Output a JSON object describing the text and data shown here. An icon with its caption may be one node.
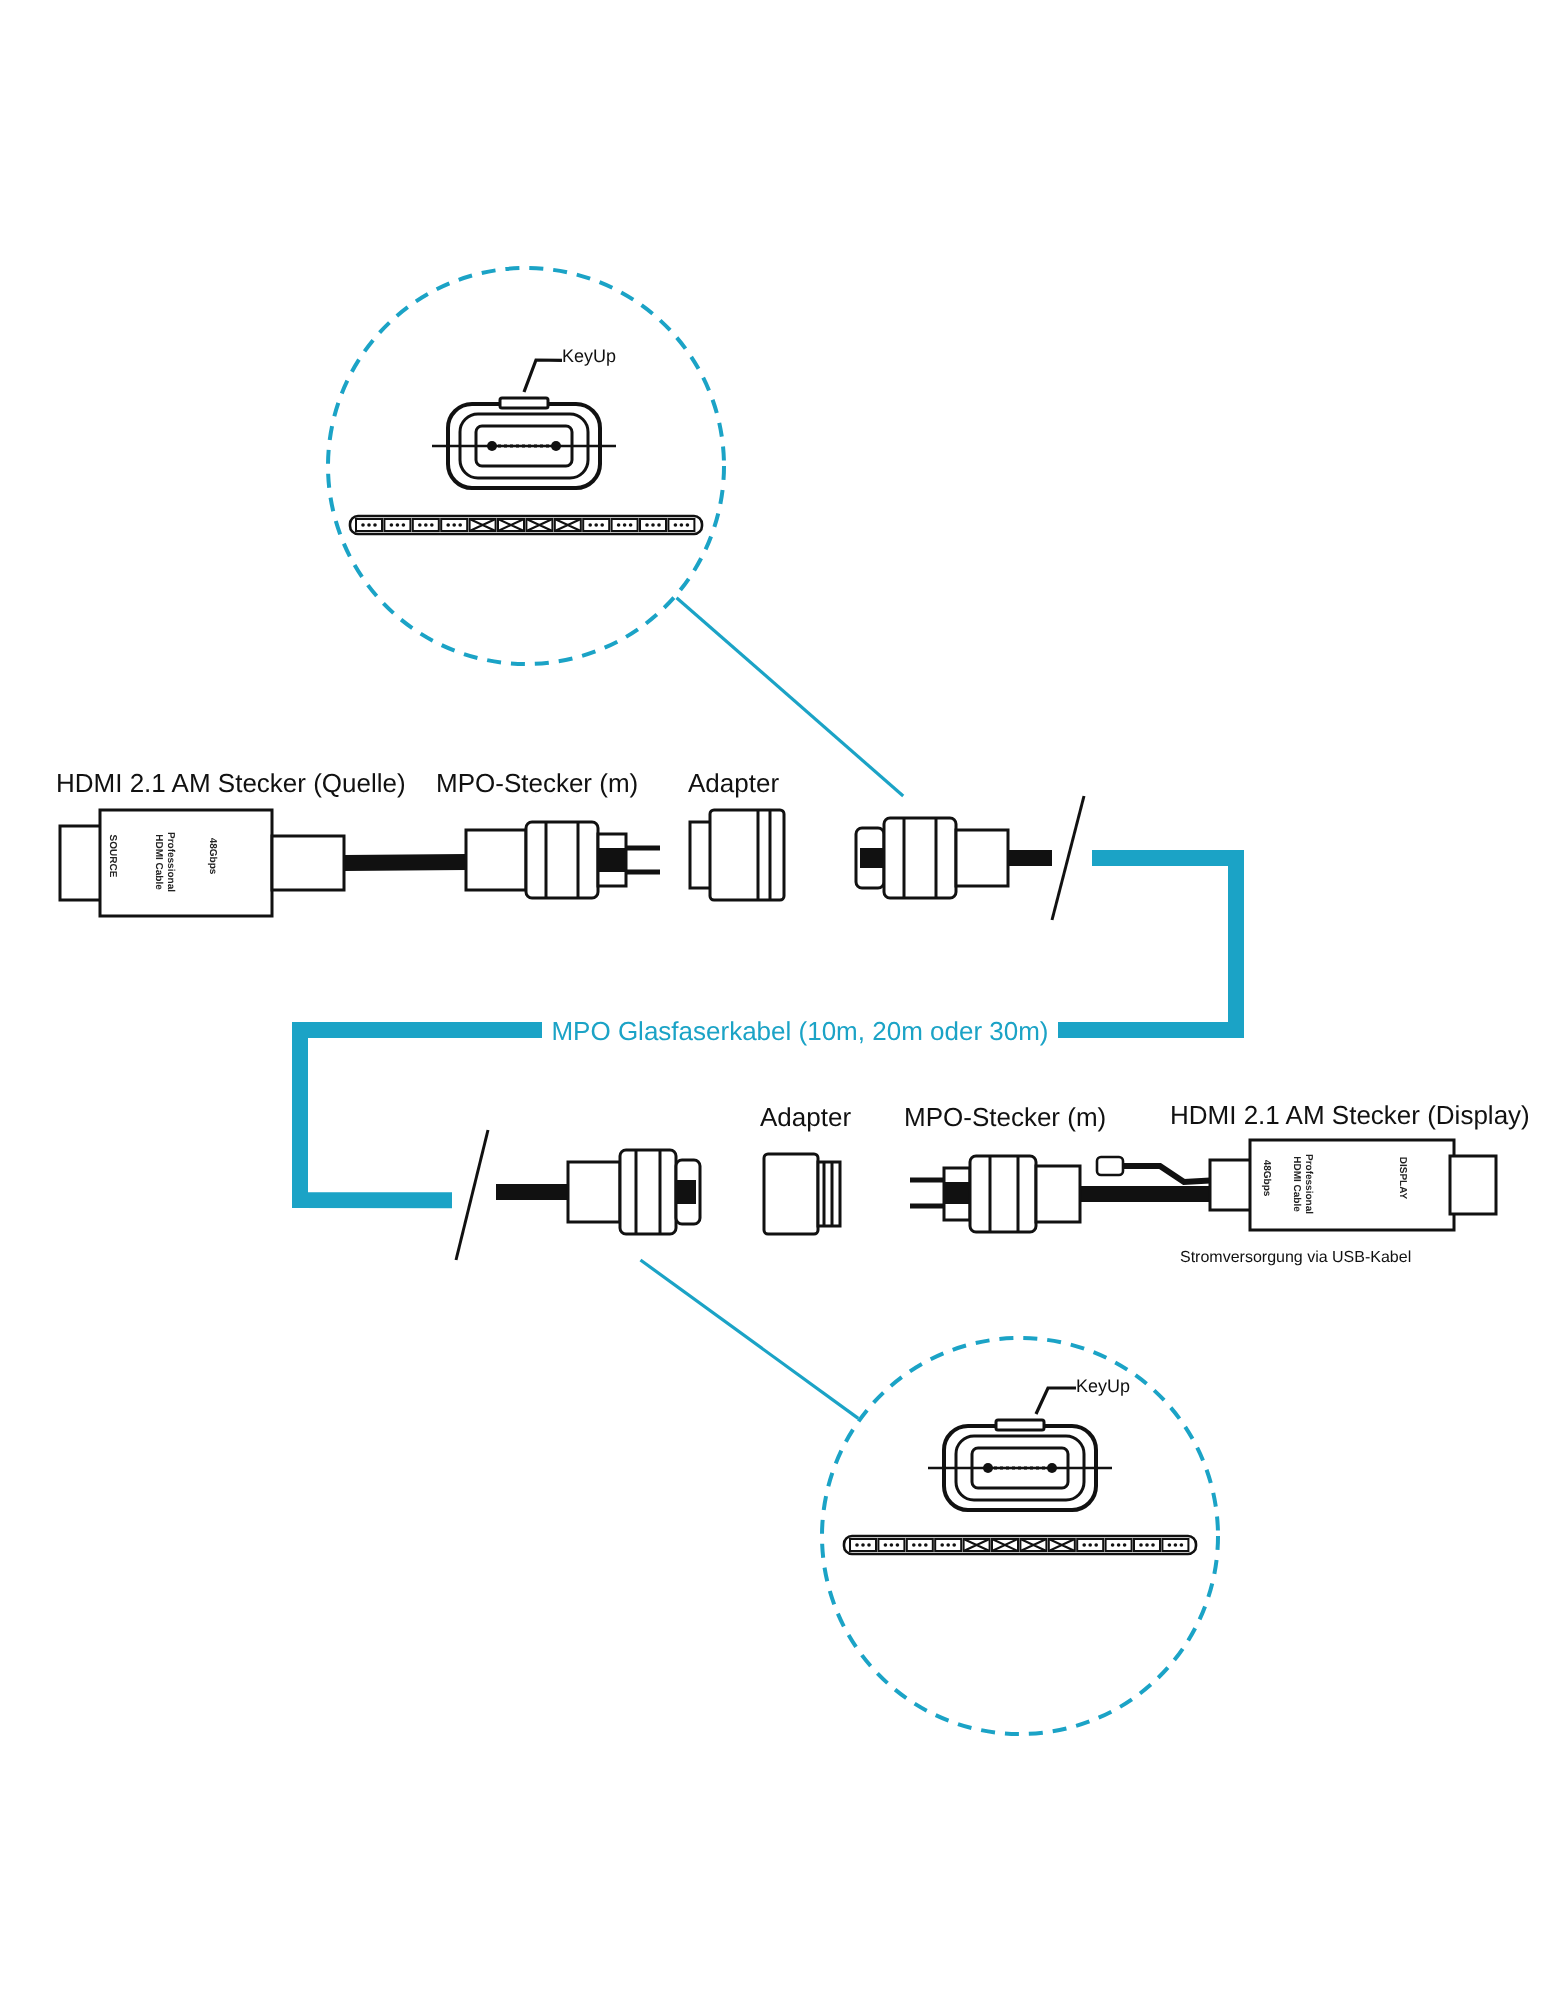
{
  "diagram": {
    "nodes": [
      {
        "text": [],
        "shape": "circle"
      },
      {
        "text": [
          "KeyUp"
        ],
        "in": 0
      },
      {
        "text": [],
        "shape": "picture",
        "in": 0
      },
      {
        "text": [
          "HDMI 2.1 AM Stecker (Quelle)",
          "SOURCE",
          "Professional HDMI Cable",
          "48Gbps"
        ]
      },
      {
        "text": [
          "MPO-Stecker (m)"
        ]
      },
      {
        "text": [
          "Adapter"
        ]
      },
      {
        "text": [],
        "shape": "picture"
      },
      {
        "text": [],
        "shape": "picture"
      },
      {
        "text": [
          "Adapter"
        ]
      },
      {
        "text": [
          "MPO-Stecker (m)"
        ]
      },
      {
        "text": [
          "HDMI 2.1 AM Stecker (Display)",
          "DISPLAY",
          "Professional HDMI Cable",
          "48Gbps"
        ],
        "beside": [
          "Stromversorgung via USB-Kabel"
        ]
      },
      {
        "text": [],
        "shape": "circle"
      },
      {
        "text": [
          "KeyUp"
        ],
        "in": 11
      },
      {
        "text": [],
        "shape": "picture",
        "in": 11
      },
      {
        "text": [],
        "shape": "box"
      }
    ],
    "edges": [
      {
        "from": 3,
        "to": 4,
        "arrow": "none",
        "style": "thick"
      },
      {
        "from": 6,
        "to": 0,
        "arrow": "none",
        "color": "#1ba3c6"
      },
      {
        "from": 1,
        "to": 2,
        "arrow": "none"
      },
      {
        "from": 6,
        "to": 7,
        "arrow": "none",
        "style": "thick",
        "color": "#1ba3c6",
        "label": "MPO Glasfaserkabel (10m, 20m oder 30m)"
      },
      {
        "from": 7,
        "to": 11,
        "arrow": "none",
        "color": "#1ba3c6"
      },
      {
        "from": 9,
        "to": 10,
        "arrow": "none",
        "style": "thick"
      },
      {
        "from": 12,
        "to": 13,
        "arrow": "none"
      },
      {
        "from": 14,
        "to": 10,
        "arrow": "none"
      }
    ]
  }
}
